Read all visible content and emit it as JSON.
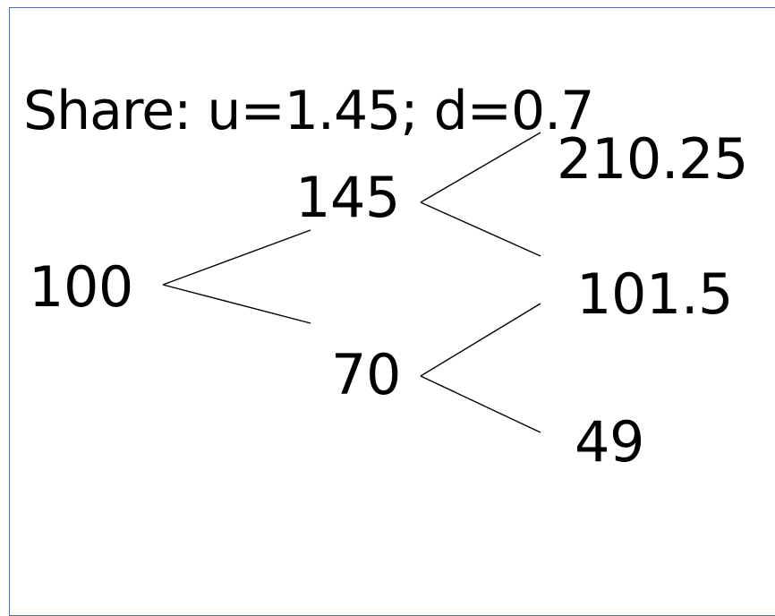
{
  "title": "Share: u=1.45; d=0.7",
  "nodes": {
    "root": "100",
    "up": "145",
    "down": "70",
    "up_up": "210.25",
    "up_down": "101.5",
    "down_down": "49"
  }
}
